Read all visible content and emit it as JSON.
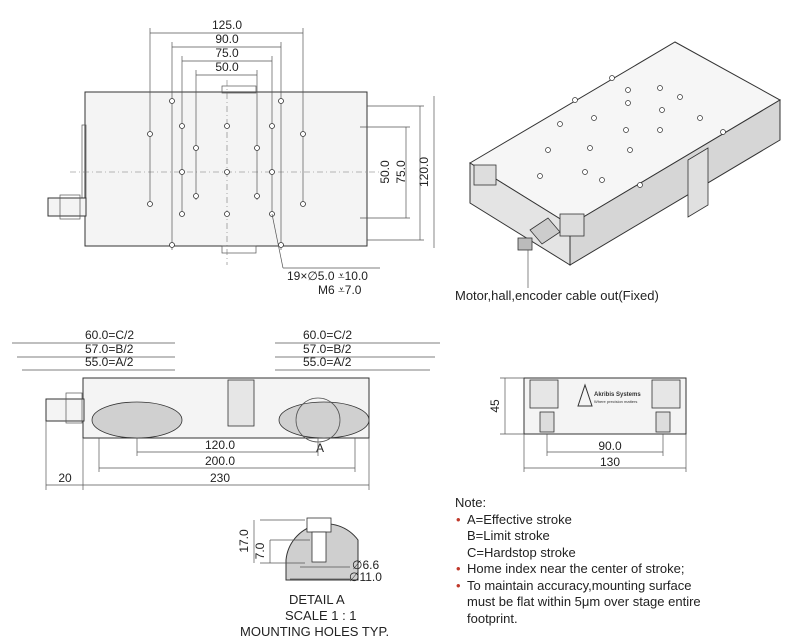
{
  "top_view": {
    "dims_horizontal": [
      "125.0",
      "90.0",
      "75.0",
      "50.0"
    ],
    "dims_vertical": [
      "50.0",
      "75.0",
      "120.0"
    ],
    "hole_note_1": "19×∅5.0 ⩡10.0",
    "hole_note_2": "M6 ⩡7.0"
  },
  "iso_view": {
    "caption": "Motor,hall,encoder cable out(Fixed)"
  },
  "side_view": {
    "stroke_left": [
      "60.0=C/2",
      "57.0=B/2",
      "55.0=A/2"
    ],
    "stroke_right": [
      "60.0=C/2",
      "57.0=B/2",
      "55.0=A/2"
    ],
    "dims_bottom": [
      "120.0",
      "200.0",
      "230"
    ],
    "dim_left": "20",
    "detail_callout": "A"
  },
  "end_view": {
    "height": "45",
    "widths": [
      "90.0",
      "130"
    ],
    "brand": "Akribis Systems",
    "tagline": "Where precision matters"
  },
  "detail_view": {
    "dims_vertical": [
      "17.0",
      "7.0"
    ],
    "dims_diam": [
      "∅6.6",
      "∅11.0"
    ],
    "title": "DETAIL A",
    "scale": "SCALE 1 : 1",
    "subtitle": "MOUNTING HOLES TYP."
  },
  "notes": {
    "heading": "Note:",
    "items": [
      "A=Effective stroke",
      "B=Limit stroke",
      "C=Hardstop stroke",
      "Home index near the center of stroke;",
      "To maintain accuracy,mounting surface",
      "must be flat within 5μm over stage entire",
      "footprint."
    ]
  },
  "colors": {
    "line": "#333333",
    "bullet": "#c0392b"
  }
}
